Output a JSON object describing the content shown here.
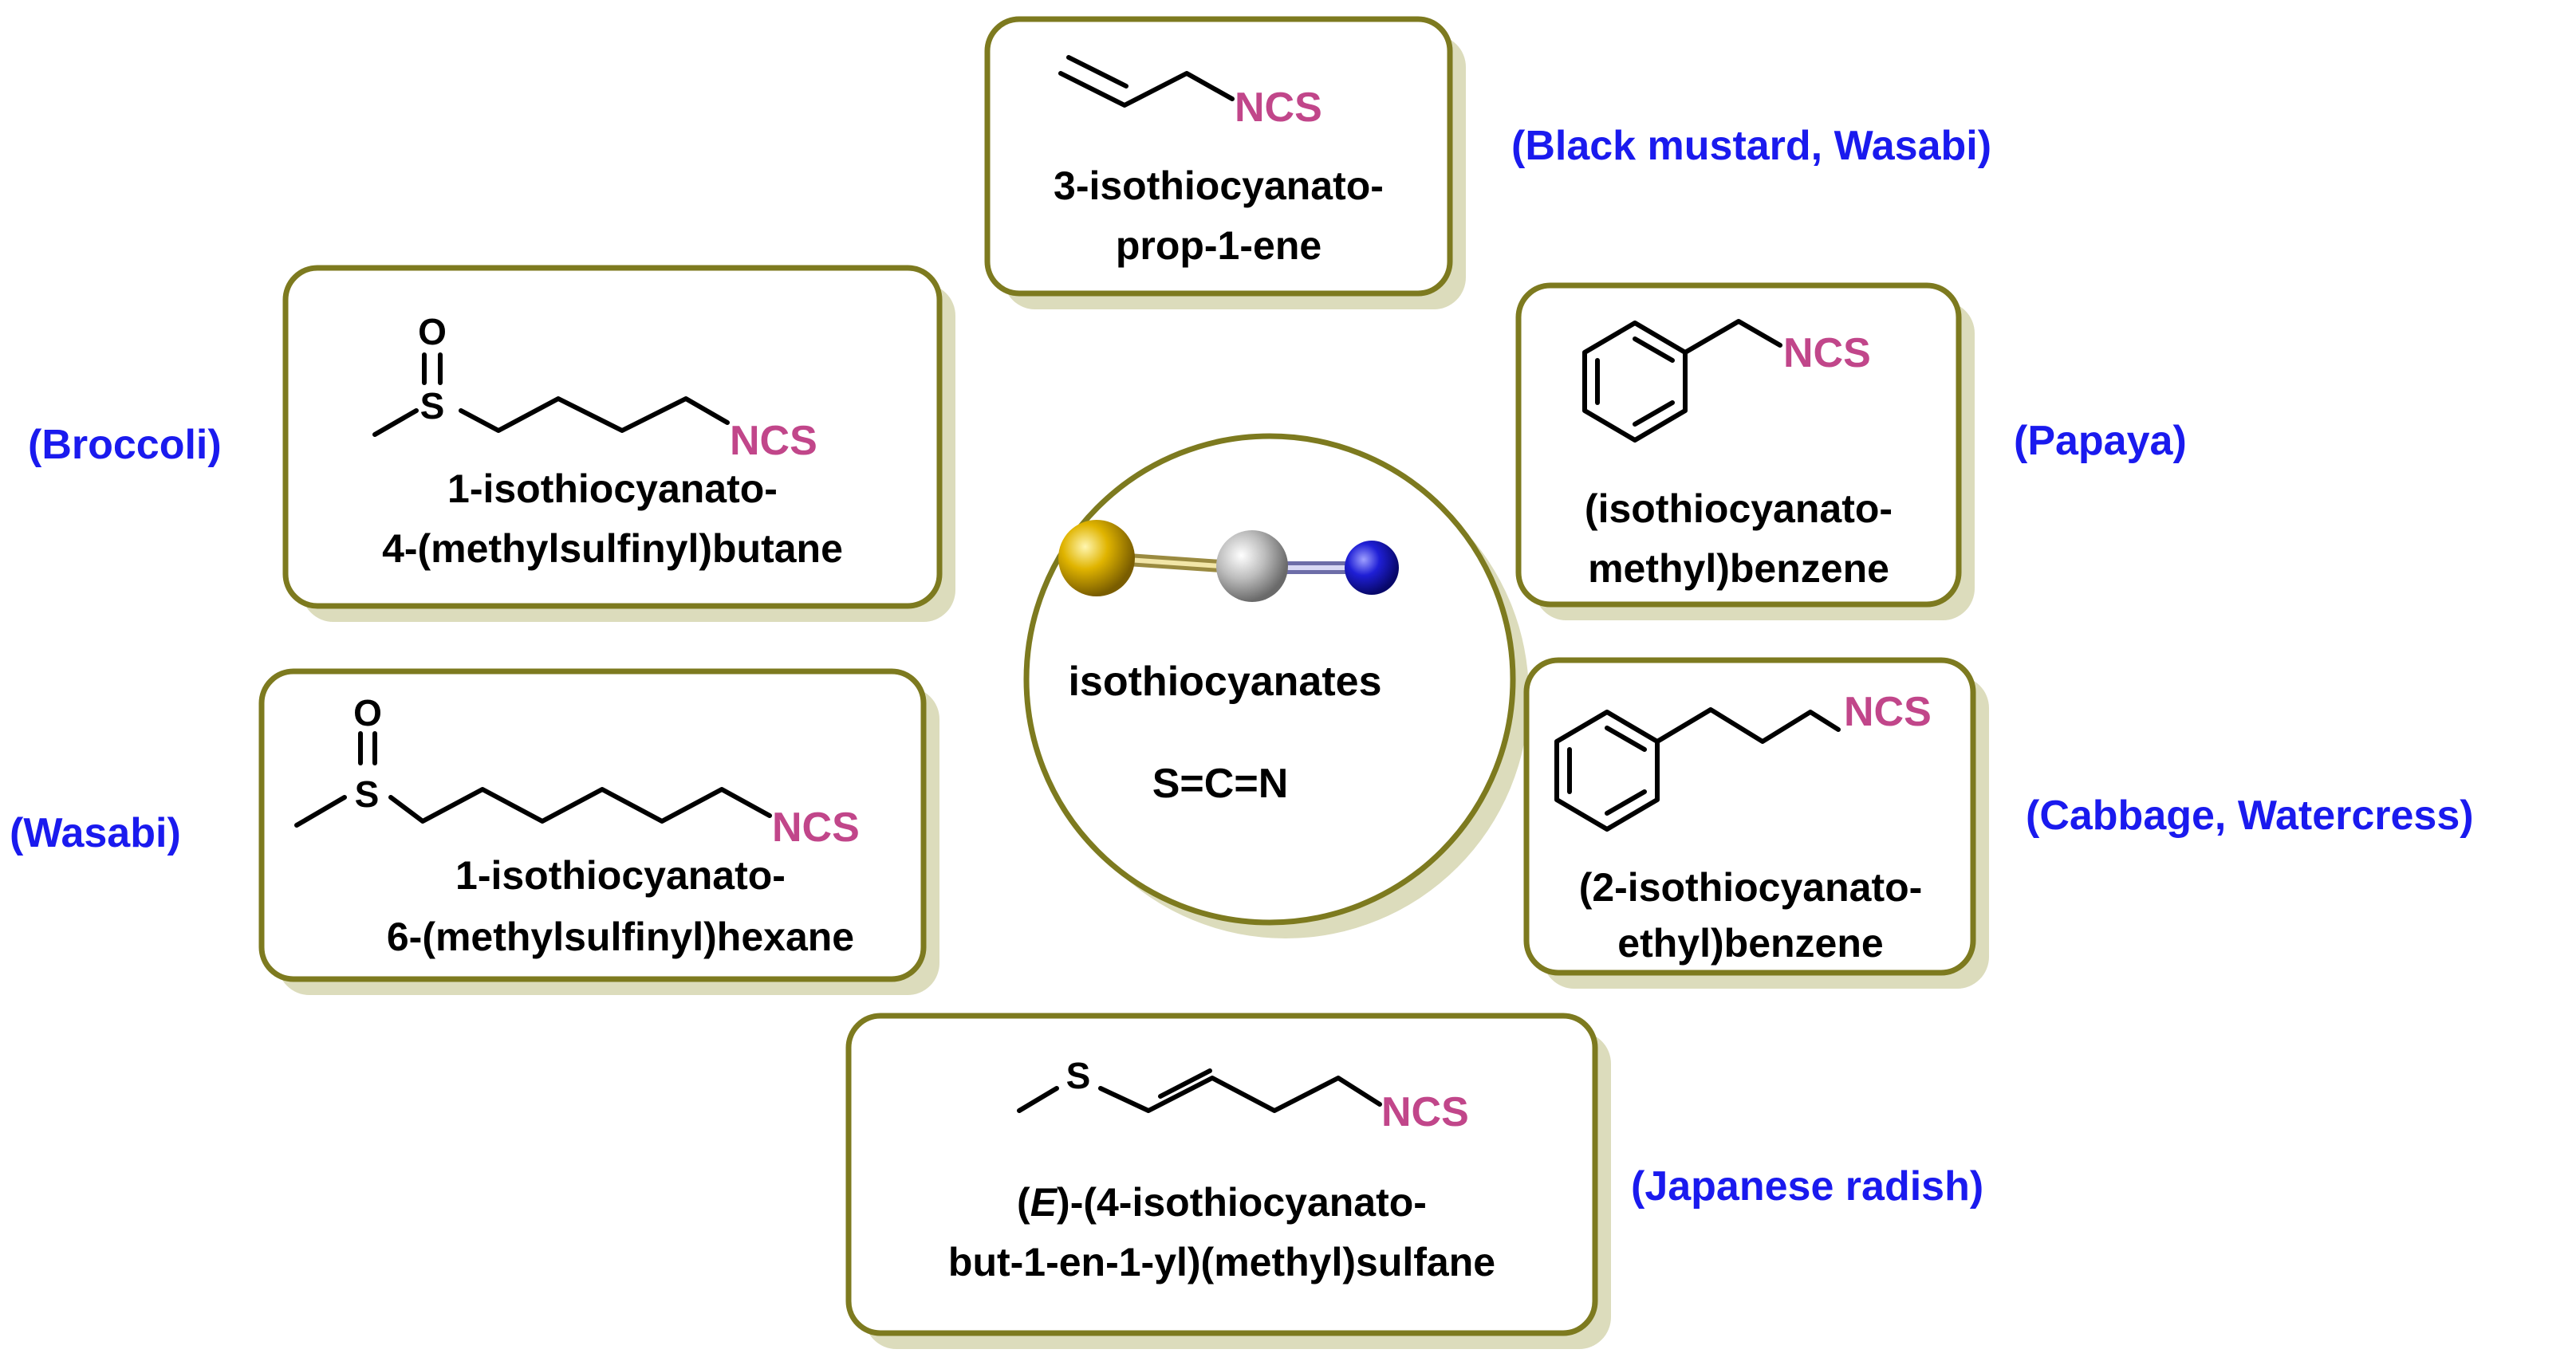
{
  "colors": {
    "box_border": "#7d7a1f",
    "box_shadow": "#dcdcbc",
    "group_label": "#c1468a",
    "source_label": "#1a1aee",
    "sulfur_atom": "#c9a000",
    "carbon_atom": "#b4b4b4",
    "nitrogen_atom": "#1f1fd6"
  },
  "center": {
    "title": "isothiocyanates",
    "formula": "S=C=N"
  },
  "compounds": [
    {
      "id": "allyl",
      "group": "NCS",
      "name_lines": [
        "3-isothiocyanato-",
        "prop-1-ene"
      ],
      "source": "(Black mustard, Wasabi)"
    },
    {
      "id": "sulforaphane",
      "group": "NCS",
      "atom_s": "S",
      "atom_o": "O",
      "name_lines": [
        "1-isothiocyanato-",
        "4-(methylsulfinyl)butane"
      ],
      "source": "(Broccoli)"
    },
    {
      "id": "benzyl",
      "group": "NCS",
      "name_lines": [
        "(isothiocyanato-",
        "methyl)benzene"
      ],
      "source": "(Papaya)"
    },
    {
      "id": "hexyl",
      "group": "NCS",
      "atom_s": "S",
      "atom_o": "O",
      "name_lines": [
        "1-isothiocyanato-",
        "6-(methylsulfinyl)hexane"
      ],
      "source": "(Wasabi)"
    },
    {
      "id": "phenethyl",
      "group": "NCS",
      "name_lines": [
        "(2-isothiocyanato-",
        "ethyl)benzene"
      ],
      "source": "(Cabbage, Watercress)"
    },
    {
      "id": "raphasatin",
      "group": "NCS",
      "atom_s": "S",
      "name_prefix": "(",
      "name_italic": "E",
      "name_rest": ")-(4-isothiocyanato-",
      "name_line2": "but-1-en-1-yl)(methyl)sulfane",
      "source": "(Japanese radish)"
    }
  ]
}
